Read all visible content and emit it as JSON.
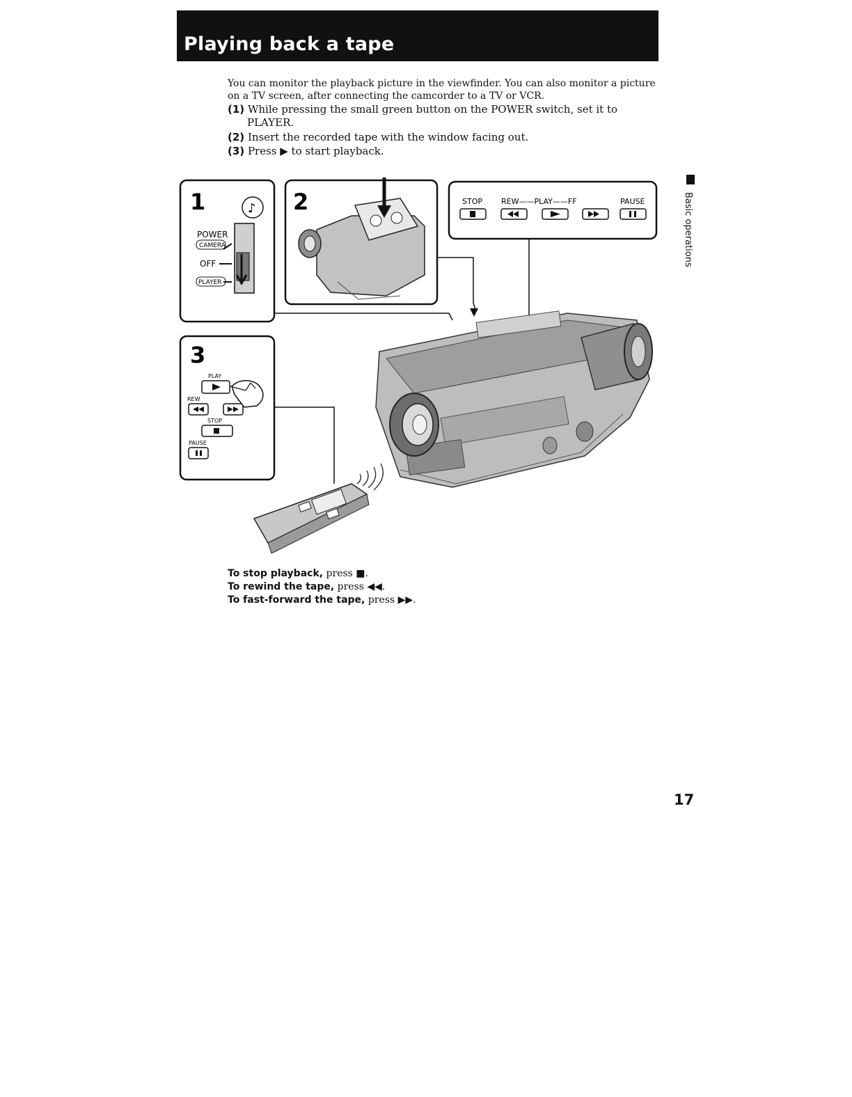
{
  "header": {
    "title": "Playing back a tape"
  },
  "intro": "You can monitor the playback picture in the viewfinder. You can also monitor a picture on a TV screen, after connecting the camcorder to a TV or VCR.",
  "steps": [
    {
      "num": "(1)",
      "text": "While pressing the small green button on the POWER switch, set it to",
      "cont": "PLAYER."
    },
    {
      "num": "(2)",
      "text": "Insert the recorded tape with the window facing out."
    },
    {
      "num": "(3)",
      "text": "Press ▶ to start playback."
    }
  ],
  "sidebar": {
    "label": "Basic operations"
  },
  "figure": {
    "panel1": {
      "num": "1",
      "power": "POWER",
      "camera": "CAMERA",
      "off": "OFF",
      "player": "PLAYER"
    },
    "panel2": {
      "num": "2"
    },
    "panel3": {
      "num": "3",
      "play": "PLAY",
      "rew": "REW",
      "ff": "FF",
      "stop": "STOP",
      "pause": "PAUSE"
    },
    "control_panel": {
      "stop": "STOP",
      "rew_play_ff": "REW——PLAY——FF",
      "pause": "PAUSE"
    }
  },
  "notes": [
    {
      "bold": "To stop playback,",
      "rest": " press ■."
    },
    {
      "bold": "To rewind the tape,",
      "rest": " press ◀◀."
    },
    {
      "bold": "To fast-forward the tape,",
      "rest": " press ▶▶."
    }
  ],
  "page_number": "17"
}
